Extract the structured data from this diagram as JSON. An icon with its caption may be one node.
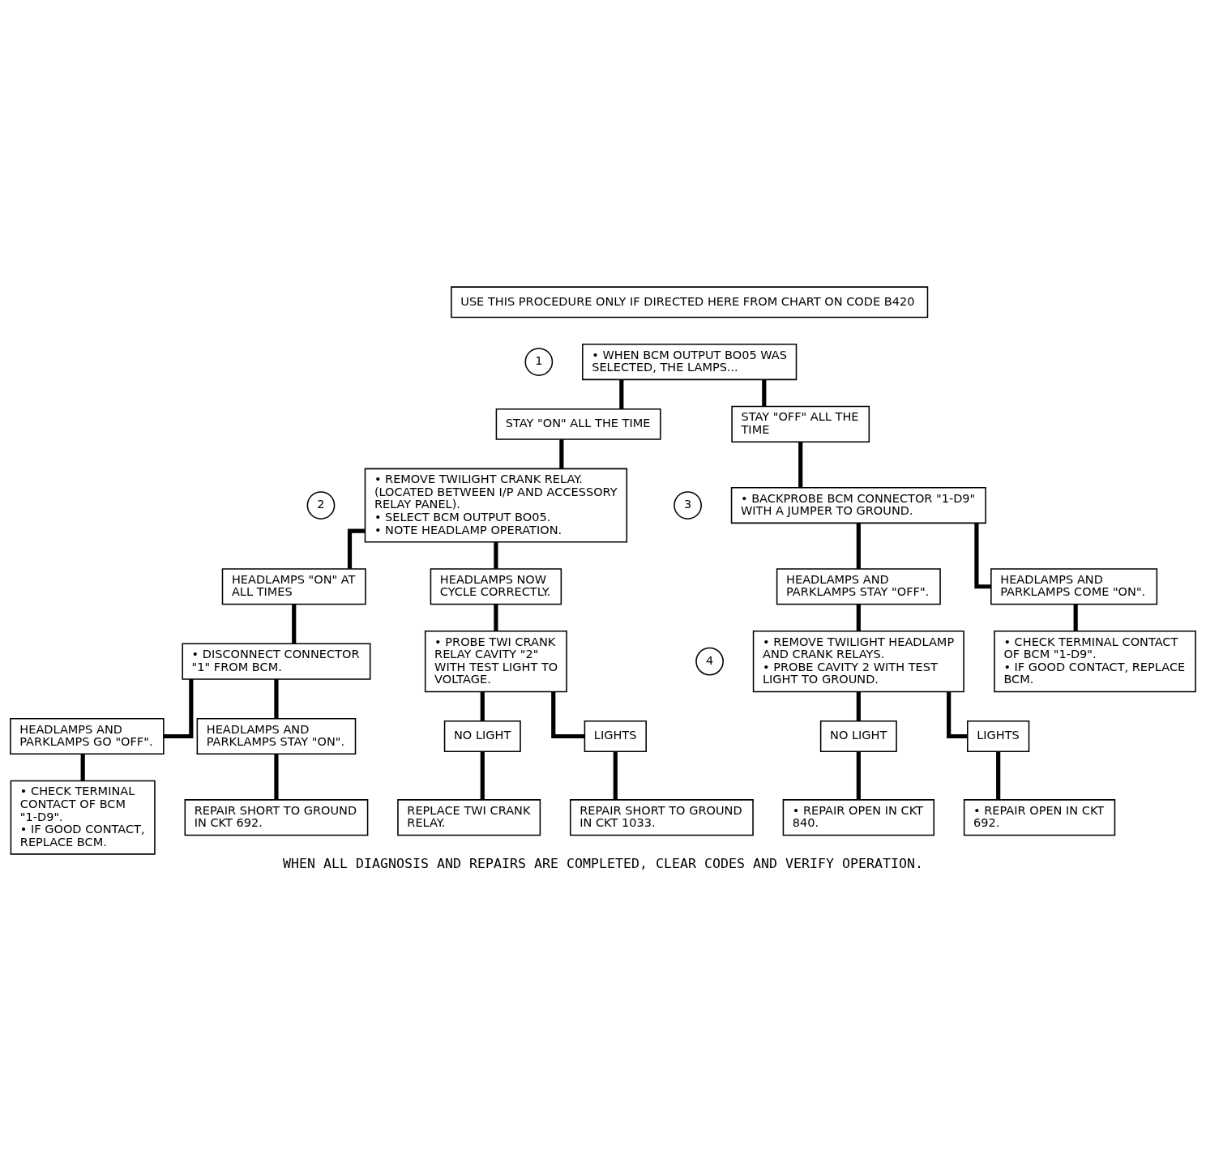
{
  "diagram": {
    "caption": "WHEN ALL DIAGNOSIS AND REPAIRS ARE COMPLETED, CLEAR CODES AND VERIFY OPERATION.",
    "nodes": [
      {
        "text": [
          "USE THIS PROCEDURE ONLY IF DIRECTED HERE FROM CHART ON CODE B420"
        ]
      },
      {
        "text": [
          "• WHEN BCM OUTPUT BO05 WAS SELECTED, THE LAMPS..."
        ],
        "beside": [
          "1"
        ]
      },
      {
        "text": [
          "STAY \"ON\" ALL THE TIME"
        ]
      },
      {
        "text": [
          "STAY \"OFF\" ALL THE TIME"
        ]
      },
      {
        "text": [
          "• REMOVE TWILIGHT CRANK RELAY. (LOCATED BETWEEN I/P AND ACCESSORY RELAY PANEL).",
          "• SELECT BCM OUTPUT BO05.",
          "• NOTE HEADLAMP OPERATION."
        ],
        "beside": [
          "2"
        ]
      },
      {
        "text": [
          "• BACKPROBE BCM CONNECTOR \"1-D9\" WITH A JUMPER TO GROUND."
        ],
        "beside": [
          "3"
        ]
      },
      {
        "text": [
          "HEADLAMPS \"ON\" AT ALL TIMES"
        ]
      },
      {
        "text": [
          "HEADLAMPS NOW CYCLE CORRECTLY."
        ]
      },
      {
        "text": [
          "HEADLAMPS AND PARKLAMPS STAY \"OFF\"."
        ]
      },
      {
        "text": [
          "HEADLAMPS AND PARKLAMPS COME \"ON\"."
        ]
      },
      {
        "text": [
          "• DISCONNECT CONNECTOR \"1\" FROM BCM."
        ]
      },
      {
        "text": [
          "• PROBE TWI CRANK RELAY CAVITY \"2\" WITH TEST LIGHT TO VOLTAGE."
        ]
      },
      {
        "text": [
          "• REMOVE TWILIGHT HEADLAMP AND CRANK RELAYS.",
          "• PROBE CAVITY 2 WITH TEST LIGHT TO GROUND."
        ],
        "beside": [
          "4"
        ]
      },
      {
        "text": [
          "• CHECK TERMINAL CONTACT OF BCM \"1-D9\".",
          "• IF GOOD CONTACT, REPLACE BCM."
        ]
      },
      {
        "text": [
          "HEADLAMPS AND PARKLAMPS GO \"OFF\"."
        ]
      },
      {
        "text": [
          "HEADLAMPS AND PARKLAMPS STAY \"ON\"."
        ]
      },
      {
        "text": [
          "NO LIGHT"
        ]
      },
      {
        "text": [
          "LIGHTS"
        ]
      },
      {
        "text": [
          "NO LIGHT"
        ]
      },
      {
        "text": [
          "LIGHTS"
        ]
      },
      {
        "text": [
          "• CHECK TERMINAL CONTACT OF BCM \"1-D9\".",
          "• IF GOOD CONTACT, REPLACE BCM."
        ]
      },
      {
        "text": [
          "REPAIR SHORT TO GROUND IN CKT 692."
        ]
      },
      {
        "text": [
          "REPLACE TWI CRANK RELAY."
        ]
      },
      {
        "text": [
          "REPAIR SHORT TO GROUND IN CKT 1033."
        ]
      },
      {
        "text": [
          "• REPAIR OPEN IN CKT 840."
        ]
      },
      {
        "text": [
          "• REPAIR OPEN IN CKT 692."
        ]
      }
    ],
    "edges": [
      {
        "from": 1,
        "to": 2,
        "arrow": "none"
      },
      {
        "from": 1,
        "to": 3,
        "arrow": "none"
      },
      {
        "from": 2,
        "to": 4,
        "arrow": "none"
      },
      {
        "from": 3,
        "to": 5,
        "arrow": "none"
      },
      {
        "from": 4,
        "to": 6,
        "arrow": "none"
      },
      {
        "from": 4,
        "to": 7,
        "arrow": "none"
      },
      {
        "from": 5,
        "to": 8,
        "arrow": "none"
      },
      {
        "from": 5,
        "to": 9,
        "arrow": "none"
      },
      {
        "from": 6,
        "to": 10,
        "arrow": "none"
      },
      {
        "from": 7,
        "to": 11,
        "arrow": "none"
      },
      {
        "from": 8,
        "to": 12,
        "arrow": "none"
      },
      {
        "from": 9,
        "to": 13,
        "arrow": "none"
      },
      {
        "from": 10,
        "to": 14,
        "arrow": "none"
      },
      {
        "from": 10,
        "to": 15,
        "arrow": "none"
      },
      {
        "from": 11,
        "to": 16,
        "arrow": "none"
      },
      {
        "from": 11,
        "to": 17,
        "arrow": "none"
      },
      {
        "from": 12,
        "to": 18,
        "arrow": "none"
      },
      {
        "from": 12,
        "to": 19,
        "arrow": "none"
      },
      {
        "from": 14,
        "to": 20,
        "arrow": "none"
      },
      {
        "from": 15,
        "to": 21,
        "arrow": "none"
      },
      {
        "from": 16,
        "to": 22,
        "arrow": "none"
      },
      {
        "from": 17,
        "to": 23,
        "arrow": "none"
      },
      {
        "from": 18,
        "to": 24,
        "arrow": "none"
      },
      {
        "from": 19,
        "to": 25,
        "arrow": "none"
      }
    ]
  }
}
